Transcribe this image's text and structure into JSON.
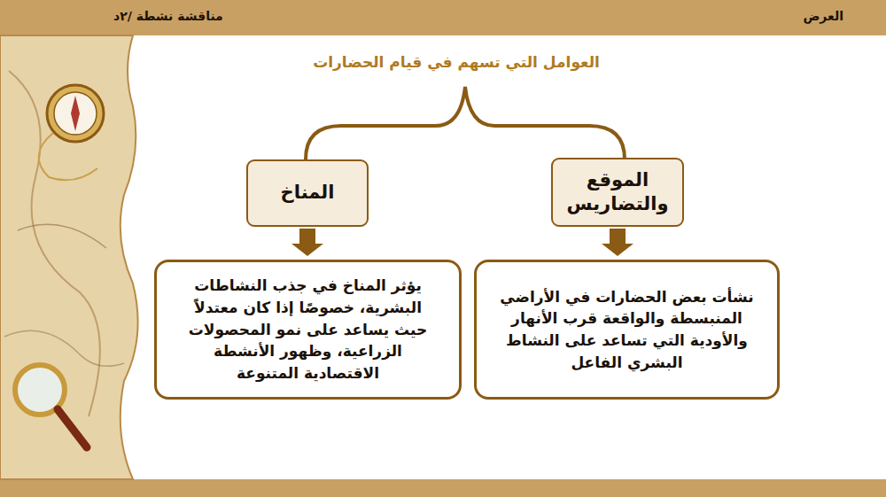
{
  "diagram": {
    "title": "العوامل التي تسهم في قيام الحضارات",
    "nodes": [
      {
        "text": [
          "الموقع والتضاريس"
        ]
      },
      {
        "text": [
          "المناخ"
        ]
      },
      {
        "text": [
          "نشأت بعض الحضارات في الأراضي المنبسطة والواقعة قرب الأنهار والأودية التي تساعد على النشاط البشري الفاعل"
        ]
      },
      {
        "text": [
          "يؤثر المناخ في جذب النشاطات البشرية، خصوصًا إذا كان معتدلاً حيث يساعد على نمو المحصولات الزراعية، وظهور الأنشطة الاقتصادية المتنوعة"
        ]
      }
    ],
    "edges": [
      {
        "from": 0,
        "to": 2,
        "arrow": "to"
      },
      {
        "from": 1,
        "to": 3,
        "arrow": "to"
      }
    ],
    "labels": [
      "مناقشة نشطة /٢د",
      "العرض"
    ]
  }
}
